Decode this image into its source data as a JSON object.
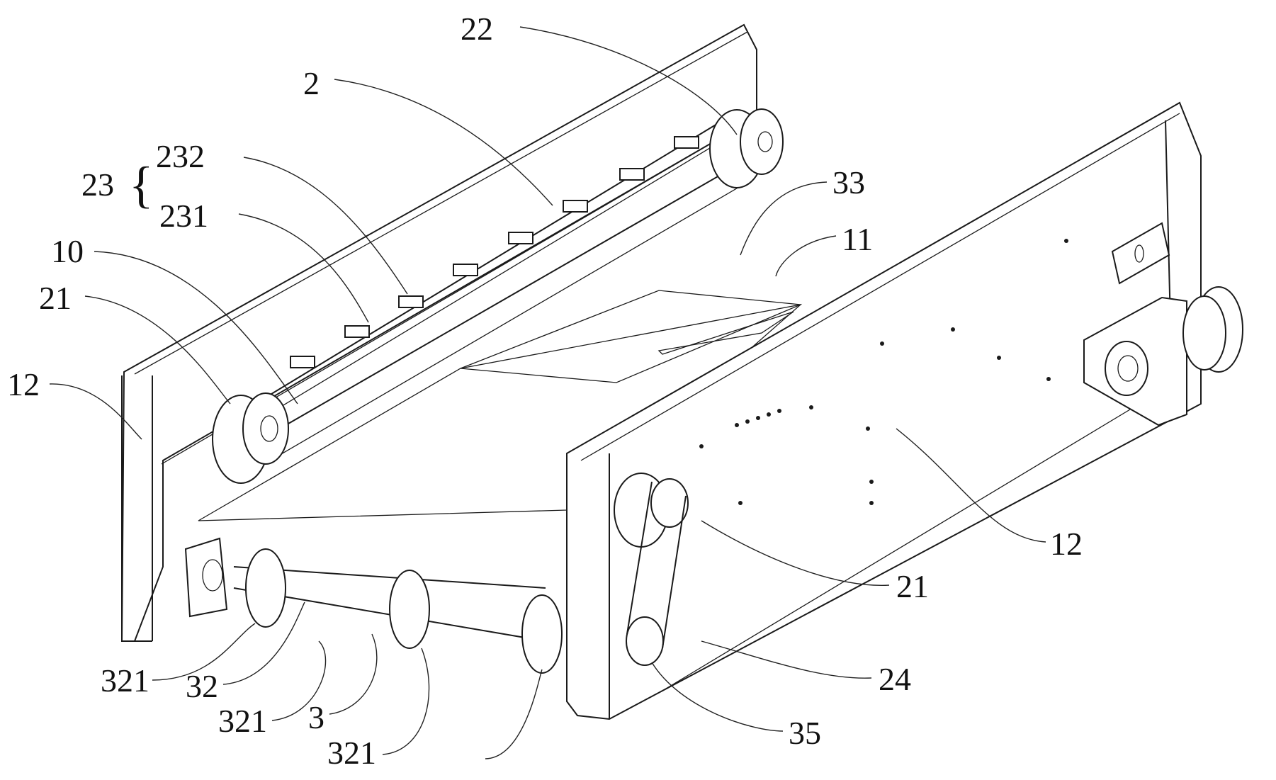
{
  "figure": {
    "type": "patent-style isometric line drawing of a conveyor/frame mechanism",
    "labels": [
      {
        "id": "l-22",
        "text": "22"
      },
      {
        "id": "l-2",
        "text": "2"
      },
      {
        "id": "l-23",
        "text": "23"
      },
      {
        "id": "l-232",
        "text": "232"
      },
      {
        "id": "l-231",
        "text": "231"
      },
      {
        "id": "l-10",
        "text": "10"
      },
      {
        "id": "l-21a",
        "text": "21"
      },
      {
        "id": "l-12a",
        "text": "12"
      },
      {
        "id": "l-33",
        "text": "33"
      },
      {
        "id": "l-11",
        "text": "11"
      },
      {
        "id": "l-12b",
        "text": "12"
      },
      {
        "id": "l-21b",
        "text": "21"
      },
      {
        "id": "l-24",
        "text": "24"
      },
      {
        "id": "l-35",
        "text": "35"
      },
      {
        "id": "l-321a",
        "text": "321"
      },
      {
        "id": "l-32",
        "text": "32"
      },
      {
        "id": "l-321b",
        "text": "321"
      },
      {
        "id": "l-3",
        "text": "3"
      },
      {
        "id": "l-321c",
        "text": "321"
      }
    ],
    "brace_glyph": "{"
  }
}
